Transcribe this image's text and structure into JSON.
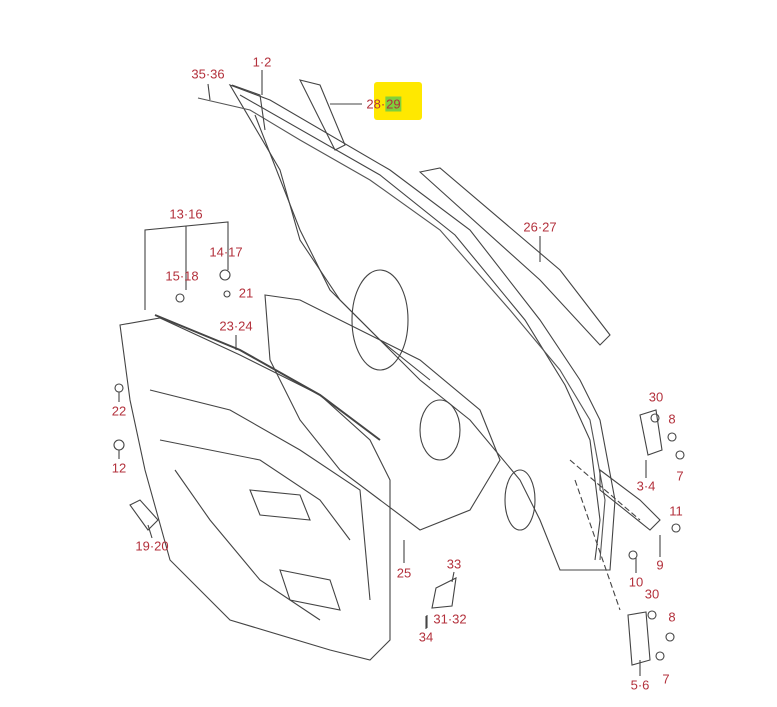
{
  "callouts": {
    "c35_36": "35·36",
    "c1_2": "1·2",
    "c28": "28",
    "c28_sep": "·",
    "c29": "29",
    "c26_27": "26·27",
    "c13_16": "13·16",
    "c14_17": "14·17",
    "c15_18": "15·18",
    "c21": "21",
    "c23_24": "23·24",
    "c22": "22",
    "c12": "12",
    "c19_20": "19·20",
    "c25": "25",
    "c33": "33",
    "c31_32": "31·32",
    "c34": "34",
    "c30a": "30",
    "c8a": "8",
    "c7a": "7",
    "c3_4": "3·4",
    "c11": "11",
    "c9": "9",
    "c10": "10",
    "c30b": "30",
    "c8b": "8",
    "c7b": "7",
    "c5_6": "5·6"
  },
  "colors": {
    "label": "#b3313c",
    "highlight": "#ffe800",
    "highlight_text_bg": "#7fd13b"
  }
}
